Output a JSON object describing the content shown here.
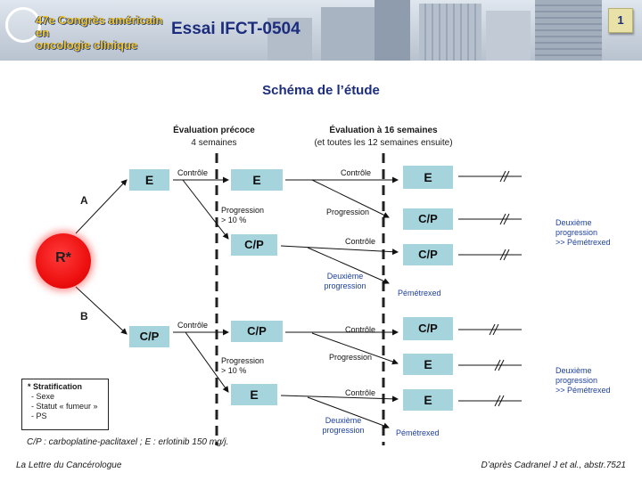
{
  "header": {
    "congress_line1": "47e Congrès américain en",
    "congress_line2": "oncologie clinique",
    "title": "Essai IFCT-0504",
    "slide_number": "1"
  },
  "page_title": "Schéma de l’étude",
  "evaluations": {
    "early_title": "Évaluation précoce",
    "early_sub": "4 semaines",
    "w16_title": "Évaluation à 16 semaines",
    "w16_sub": "(et toutes les 12 semaines ensuite)"
  },
  "randomization": "R*",
  "arms": {
    "a": "A",
    "b": "B"
  },
  "boxes": {
    "a_start": "E",
    "a_ctrl": "E",
    "a_prog": "C/P",
    "a_ctrl_ctrl": "E",
    "a_ctrl_prog": "C/P",
    "a_prog_ctrl": "C/P",
    "b_start": "C/P",
    "b_ctrl": "C/P",
    "b_prog": "E",
    "b_ctrl_ctrl": "C/P",
    "b_ctrl_prog": "E",
    "b_prog_ctrl": "E"
  },
  "labels": {
    "controle": "Contrôle",
    "progression": "Progression",
    "progression_line1": "Progression",
    "progression_line2": "> 10 %",
    "deuxieme_line1": "Deuxième",
    "deuxieme_line2": "progression",
    "pemetrexed": "Pémétrexed",
    "right_line1": "Deuxième",
    "right_line2": "progression",
    "right_line3": ">> Pémétrexed"
  },
  "stratification": {
    "title": "* Stratification",
    "items": [
      "- Sexe",
      "- Statut « fumeur »",
      "- PS"
    ]
  },
  "footnote": "C/P : carboplatine-paclitaxel ; E : erlotinib 150 mg/j.",
  "footer_left": "La Lettre du Cancérologue",
  "footer_right": "D’après Cadranel J et al., abstr.7521",
  "colors": {
    "box_fill": "#a6d4dc",
    "title_blue": "#1c2d7e",
    "randomization_red": "#ee1010",
    "label_blue": "#1d3fa0"
  }
}
